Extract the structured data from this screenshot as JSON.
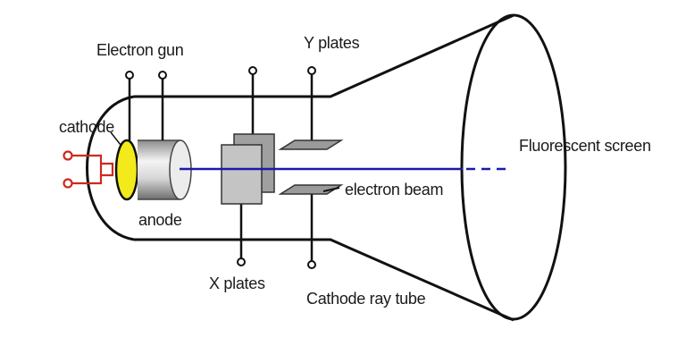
{
  "labels": {
    "electron_gun": "Electron gun",
    "y_plates": "Y plates",
    "cathode": "cathode",
    "anode": "anode",
    "fluorescent_screen": "Fluorescent screen",
    "electron_beam": "electron beam",
    "x_plates": "X plates",
    "cathode_ray_tube": "Cathode ray tube"
  },
  "colors": {
    "outline": "#111111",
    "heater_wire": "#cc2a1f",
    "cathode": "#f2ea1a",
    "beam": "#1a1aaa",
    "plate": "#9a9a9a"
  }
}
